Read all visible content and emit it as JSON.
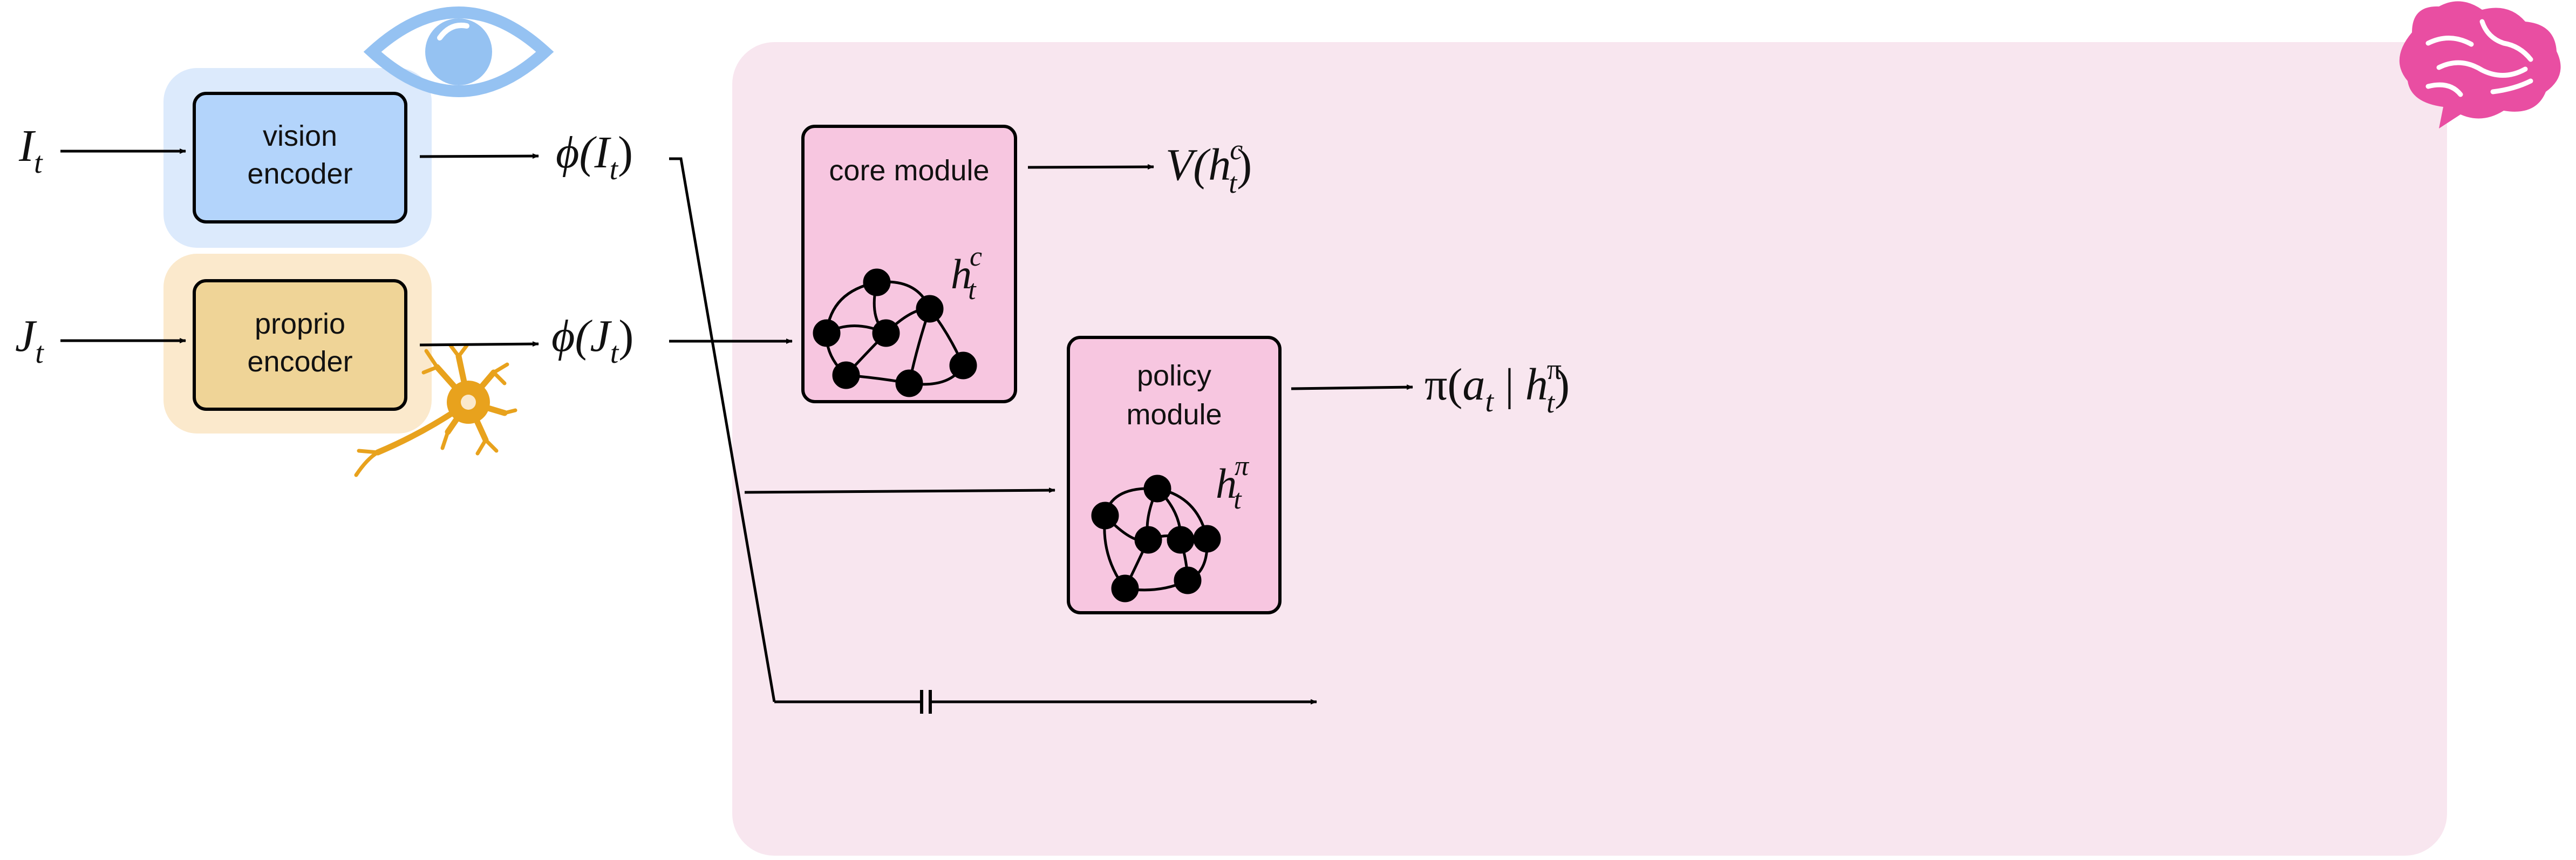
{
  "inputs": {
    "image": {
      "base": "I",
      "sub": "t"
    },
    "joints": {
      "base": "J",
      "sub": "t"
    }
  },
  "encoders": {
    "vision": {
      "line1": "vision",
      "line2": "encoder"
    },
    "proprio": {
      "line1": "proprio",
      "line2": "encoder"
    }
  },
  "features": {
    "vision": {
      "fn": "ϕ(",
      "base": "I",
      "sub": "t",
      "close": ")"
    },
    "proprio": {
      "fn": "ϕ(",
      "base": "J",
      "sub": "t",
      "close": ")"
    }
  },
  "core": {
    "label": "core module",
    "hidden": {
      "base": "h",
      "sub": "t",
      "sup": "c"
    },
    "output": {
      "fn": "V(",
      "base": "h",
      "sub": "t",
      "sup": "c",
      "close": ")"
    }
  },
  "policy": {
    "line1": "policy",
    "line2": "module",
    "hidden": {
      "base": "h",
      "sub": "t",
      "sup": "π"
    },
    "output": {
      "fn": "π(",
      "a": "a",
      "a_sub": "t",
      "bar": " | ",
      "base": "h",
      "sub": "t",
      "sup": "π",
      "close": ")"
    }
  },
  "icons": [
    "eye-icon",
    "neuron-icon",
    "brain-icon"
  ],
  "colors": {
    "vision_fill": "#b3d4fb",
    "vision_halo": "#dceafc",
    "proprio_fill": "#efd497",
    "proprio_halo": "#fbe9cc",
    "module_fill": "#f7c6e0",
    "region_fill": "#f8e6ef",
    "brain": "#e94ea2",
    "neuron": "#e8a21d",
    "eye": "#95c2f2"
  }
}
